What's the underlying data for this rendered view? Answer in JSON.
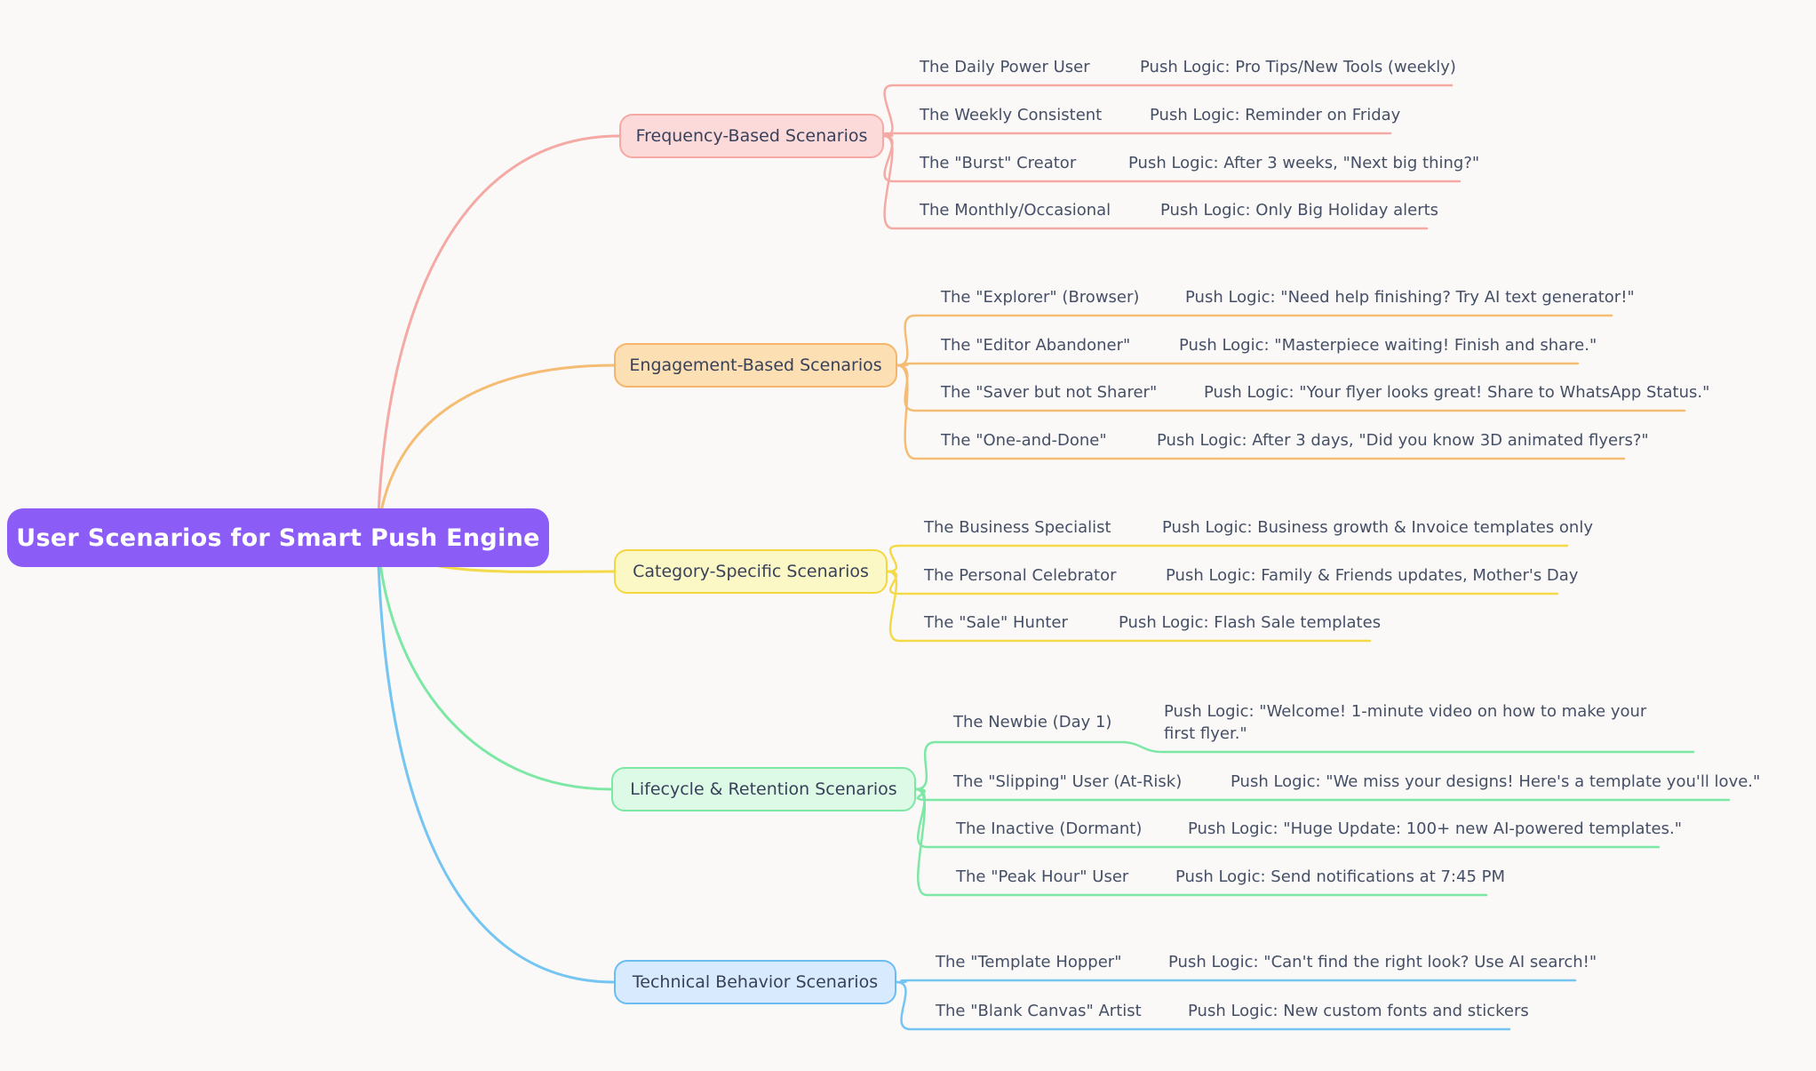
{
  "root": {
    "label": "User Scenarios for Smart Push Engine",
    "color": "#8B5CF6",
    "text_color": "#FFFFFF"
  },
  "branches": [
    {
      "label": "Frequency-Based Scenarios",
      "fill": "#FCDADA",
      "stroke": "#F6A9A4",
      "line": "#F5A9A4",
      "children": [
        {
          "name": "The Daily Power User",
          "logic": "Push Logic: Pro Tips/New Tools (weekly)"
        },
        {
          "name": "The Weekly Consistent",
          "logic": "Push Logic: Reminder on Friday"
        },
        {
          "name": "The \"Burst\" Creator",
          "logic": "Push Logic: After 3 weeks, \"Next big thing?\""
        },
        {
          "name": "The Monthly/Occasional",
          "logic": "Push Logic: Only Big Holiday alerts"
        }
      ]
    },
    {
      "label": "Engagement-Based Scenarios",
      "fill": "#FCDFB2",
      "stroke": "#F5B56A",
      "line": "#F5BC74",
      "children": [
        {
          "name": "The \"Explorer\" (Browser)",
          "logic": "Push Logic: \"Need help finishing? Try AI text generator!\""
        },
        {
          "name": "The \"Editor Abandoner\"",
          "logic": "Push Logic: \"Masterpiece waiting! Finish and share.\""
        },
        {
          "name": "The \"Saver but not Sharer\"",
          "logic": "Push Logic: \"Your flyer looks great! Share to WhatsApp Status.\""
        },
        {
          "name": "The \"One-and-Done\"",
          "logic": "Push Logic: After 3 days, \"Did you know 3D animated flyers?\""
        }
      ]
    },
    {
      "label": "Category-Specific Scenarios",
      "fill": "#FCF8C5",
      "stroke": "#F4D73F",
      "line": "#F4DA48",
      "children": [
        {
          "name": "The Business Specialist",
          "logic": "Push Logic: Business growth & Invoice templates only"
        },
        {
          "name": "The Personal Celebrator",
          "logic": "Push Logic: Family & Friends updates, Mother's Day"
        },
        {
          "name": "The \"Sale\" Hunter",
          "logic": "Push Logic: Flash Sale templates"
        }
      ]
    },
    {
      "label": "Lifecycle & Retention Scenarios",
      "fill": "#DCFAE5",
      "stroke": "#7DE8A5",
      "line": "#7DE8A5",
      "children": [
        {
          "name": "The Newbie (Day 1)",
          "logic": "Push Logic: \"Welcome! 1-minute video on how to make your first flyer.\""
        },
        {
          "name": "The \"Slipping\" User (At-Risk)",
          "logic": "Push Logic: \"We miss your designs! Here's a template you'll love.\""
        },
        {
          "name": "The Inactive (Dormant)",
          "logic": "Push Logic: \"Huge Update: 100+ new AI-powered templates.\""
        },
        {
          "name": "The \"Peak Hour\" User",
          "logic": "Push Logic: Send notifications at 7:45 PM"
        }
      ]
    },
    {
      "label": "Technical Behavior Scenarios",
      "fill": "#D8EAFD",
      "stroke": "#69BDF2",
      "line": "#74C5F2",
      "children": [
        {
          "name": "The \"Template Hopper\"",
          "logic": "Push Logic: \"Can't find the right look? Use AI search!\""
        },
        {
          "name": "The \"Blank Canvas\" Artist",
          "logic": "Push Logic: New custom fonts and stickers"
        }
      ]
    }
  ]
}
